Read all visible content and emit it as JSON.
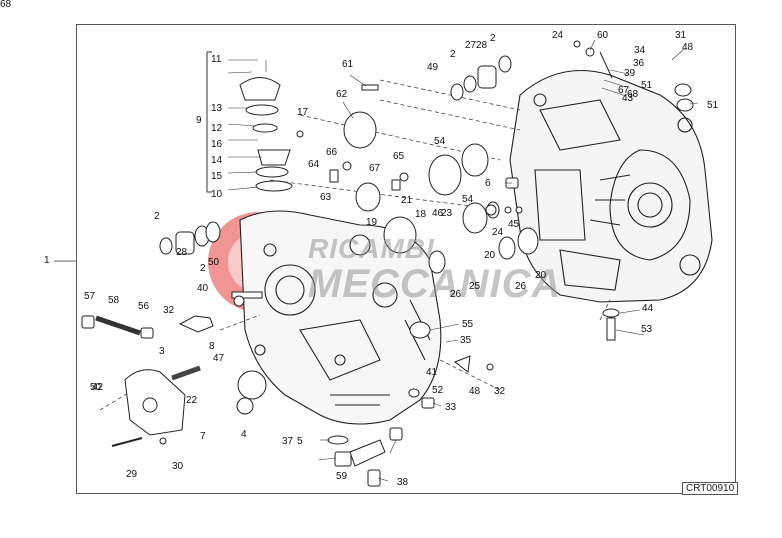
{
  "diagram_code": "CRT00910",
  "watermark": {
    "line1": "RICAMBI",
    "line2": "MECCANICA"
  },
  "callouts": [
    "1",
    "2",
    "2",
    "2",
    "2",
    "3",
    "4",
    "5",
    "6",
    "7",
    "8",
    "9",
    "10",
    "11",
    "12",
    "13",
    "14",
    "15",
    "16",
    "17",
    "18",
    "19",
    "20",
    "20",
    "21",
    "22",
    "23",
    "24",
    "24",
    "25",
    "26",
    "26",
    "27",
    "28",
    "28",
    "29",
    "30",
    "31",
    "32",
    "32",
    "33",
    "34",
    "35",
    "36",
    "37",
    "38",
    "39",
    "40",
    "41",
    "42",
    "43",
    "44",
    "45",
    "46",
    "47",
    "48",
    "48",
    "49",
    "50",
    "50",
    "51",
    "51",
    "52",
    "53",
    "54",
    "54",
    "55",
    "56",
    "57",
    "58",
    "59",
    "60",
    "61",
    "62",
    "63",
    "64",
    "65",
    "66",
    "67",
    "67",
    "68",
    "68"
  ]
}
